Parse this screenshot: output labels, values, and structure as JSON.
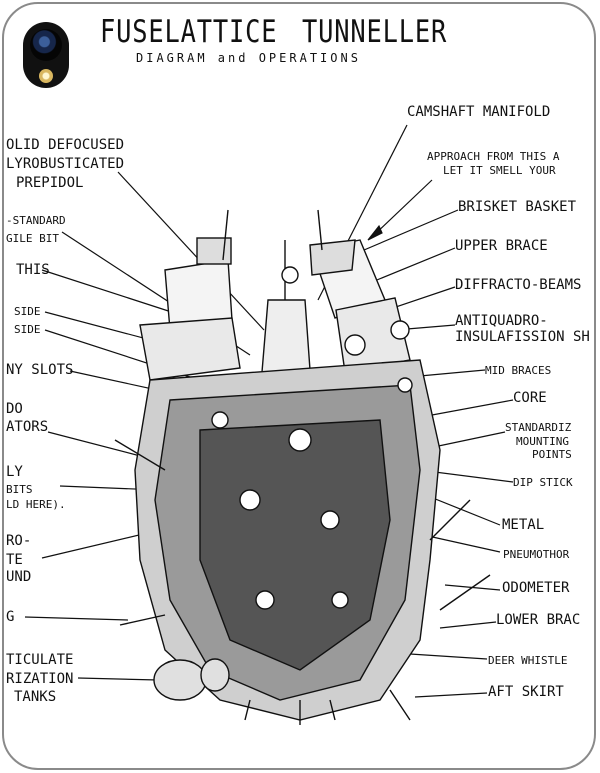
{
  "title": {
    "left": "FUSELATTICE",
    "right": "TUNNELLER",
    "subtitle": "DIAGRAM and OPERATIONS"
  },
  "labels_right": [
    "CAMSHAFT MANIFOLD",
    "APPROACH FROM THIS A",
    "LET IT SMELL YOUR",
    "BRISKET BASKET",
    "UPPER BRACE",
    "DIFFRACTO-BEAMS",
    "ANTIQUADRO-",
    "INSULAFISSION SH",
    "MID BRACES",
    "CORE",
    "STANDARDIZ",
    "MOUNTING",
    "POINTS",
    "DIP STICK",
    "METAL",
    "PNEUMOTHOR",
    "ODOMETER",
    "LOWER BRAC",
    "DEER WHISTLE",
    "AFT SKIRT"
  ],
  "labels_left": [
    "OLID DEFOCUSED",
    "LYROBUSTICATED",
    "PREPIDOL",
    "-STANDARD",
    "GILE BIT",
    "THIS",
    "SIDE",
    "SIDE",
    "NY SLOTS",
    "DO",
    "ATORS",
    "LY",
    "BITS",
    "LD HERE).",
    "RO-",
    "TE",
    "UND",
    "G",
    "TICULATE",
    "RIZATION",
    "TANKS"
  ],
  "colors": {
    "ink": "#111111",
    "case_edge": "#8a8a8a",
    "background": "#ffffff"
  },
  "icons": {
    "camera": "camera-lens-icon",
    "flash": "camera-flash-icon"
  }
}
